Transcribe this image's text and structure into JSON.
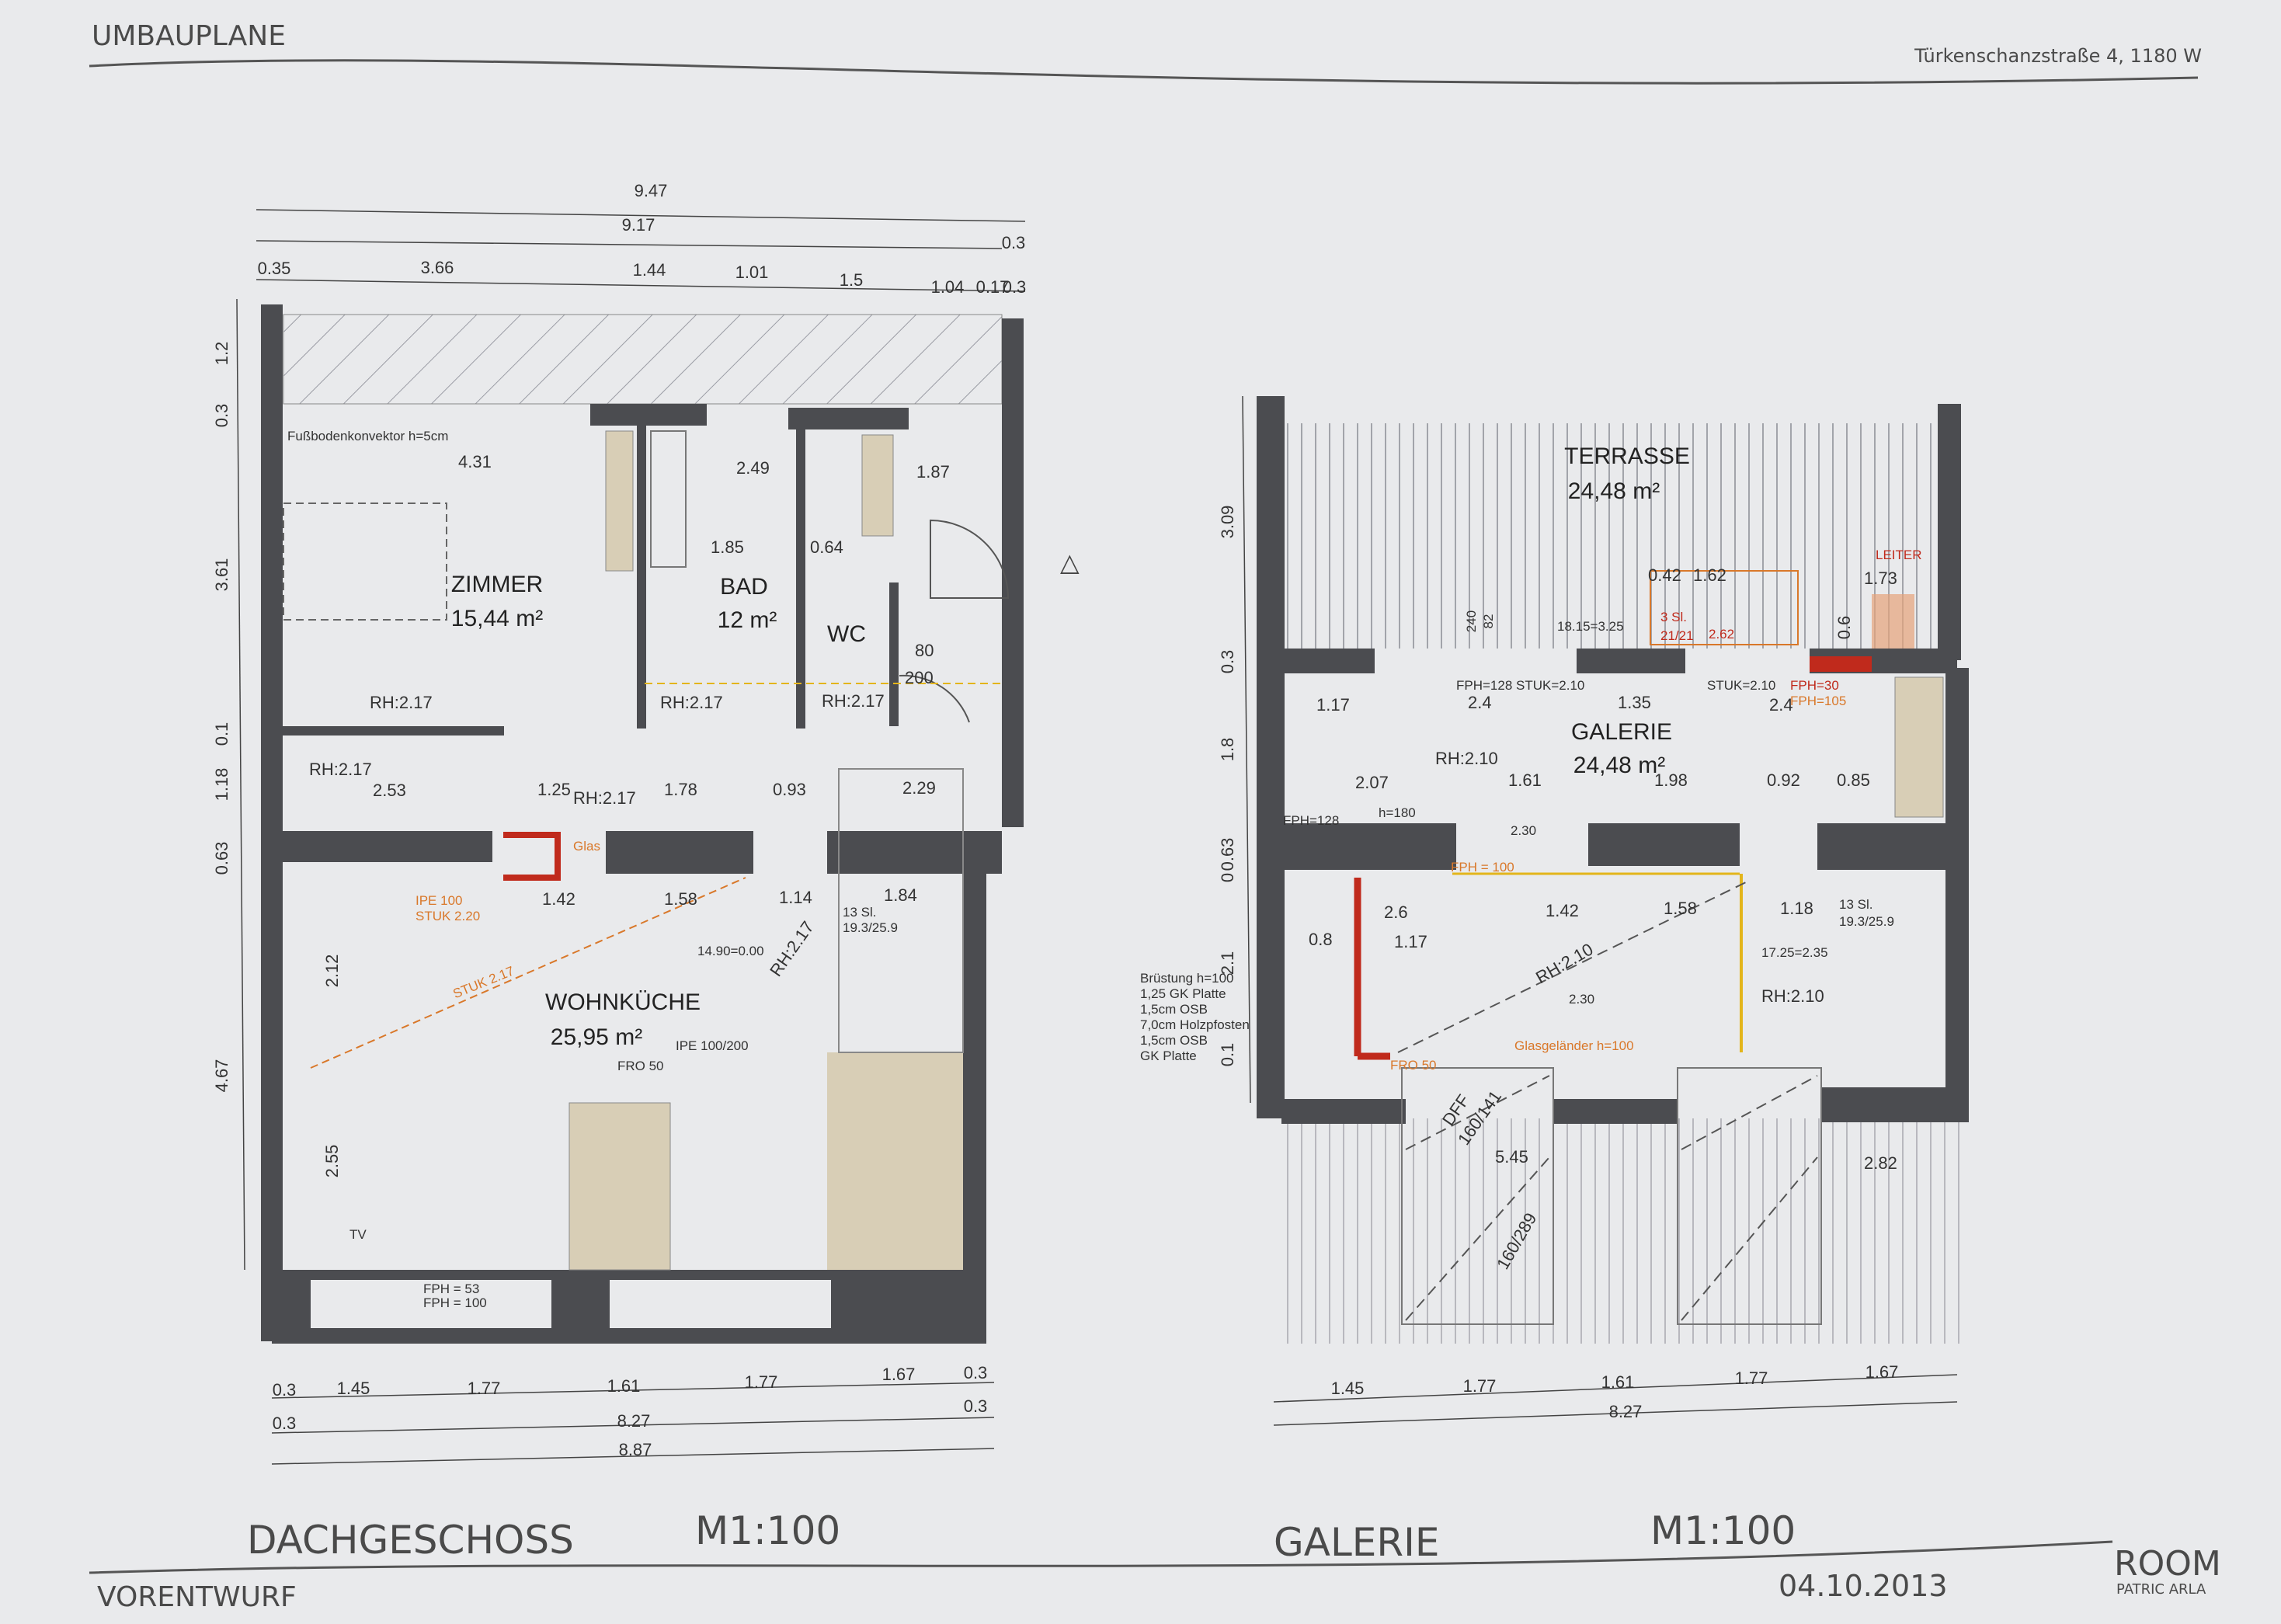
{
  "sheet": {
    "title": "UMBAUPLANE",
    "address": "Türkenschanzstraße 4, 1180 W",
    "phase": "VORENTWURF",
    "date": "04.10.2013",
    "logo_text": "ROOM",
    "logo_sub": "PATRIC ARLA"
  },
  "plans": [
    {
      "name": "DACHGESCHOSS",
      "scale": "M1:100",
      "top_dims": [
        "9.47",
        "9.17",
        "0.3",
        "0.35",
        "3.66",
        "1.44",
        "1.01",
        "1.5",
        "1.04",
        "0.17",
        "0.3"
      ],
      "bottom_dims": [
        "0.3",
        "1.45",
        "1.77",
        "1.61",
        "1.77",
        "1.67",
        "0.3",
        "0.3",
        "8.27",
        "0.3",
        "8.87"
      ],
      "left_dims": [
        "1.2",
        "0.3",
        "3.61",
        "0.1",
        "1.18",
        "0.63",
        "4.67"
      ],
      "rooms": [
        {
          "name": "ZIMMER",
          "area": "15,44 m²"
        },
        {
          "name": "BAD",
          "area": "12 m²"
        },
        {
          "name": "WC",
          "area": ""
        },
        {
          "name": "WOHNKÜCHE",
          "area": "25,95 m²"
        }
      ],
      "notes": [
        "Fußbodenkonvektor h=5cm",
        "4.31",
        "2.49",
        "1.87",
        "1.85",
        "0.64",
        "RH:2.17",
        "RH:2.17",
        "RH:2.17",
        "RH:2.17",
        "RH:2.17",
        "RH:2.17",
        "2.53",
        "1.25",
        "1.78",
        "0.93",
        "2.29",
        "1.42",
        "1.58",
        "1.14",
        "1.84",
        "13 Sl.",
        "19.3/25.9",
        "14.90=0.00",
        "2.12",
        "2.55",
        "TV",
        "FPH = 53",
        "FPH = 100",
        "IPE 100",
        "STUK 2.20",
        "IPE 100/200",
        "FRO 50",
        "Glas",
        "80",
        "200",
        "STUK 2.17"
      ]
    },
    {
      "name": "GALERIE",
      "scale": "M1:100",
      "bottom_dims": [
        "1.45",
        "1.77",
        "1.61",
        "1.77",
        "1.67",
        "8.27"
      ],
      "left_dims": [
        "3.09",
        "0.3",
        "1.8",
        "0",
        "0.63",
        "2.1",
        "0.1"
      ],
      "rooms": [
        {
          "name": "TERRASSE",
          "area": "24,48 m²"
        },
        {
          "name": "GALERIE",
          "area": "24,48 m²"
        }
      ],
      "notes": [
        "0.42",
        "1.62",
        "1.73",
        "LEITER",
        "3 Sl.",
        "21/21",
        "2.62",
        "0.6",
        "240",
        "82",
        "18.15=3.25",
        "FPH=128 STUK=2.10",
        "STUK=2.10",
        "FPH=30",
        "FPH=105",
        "1.17",
        "2.4",
        "1.35",
        "2.4",
        "RH:2.10",
        "2.07",
        "1.61",
        "1.98",
        "0.92",
        "0.85",
        "FPH=128",
        "h=180",
        "2.30",
        "FPH = 100",
        "0.8",
        "2.6",
        "1.17",
        "1.42",
        "1.58",
        "1.18",
        "13 Sl.",
        "19.3/25.9",
        "17.25=2.35",
        "RH:2.10",
        "RH:2.10",
        "2.30",
        "Glasgeländer h=100",
        "FRO 50",
        "DFF",
        "160/141",
        "5.45",
        "2.82",
        "160/289"
      ],
      "legend": [
        "Brüstung h=100",
        "1,25 GK Platte",
        "1,5cm OSB",
        "7,0cm Holzpfosten",
        "1,5cm OSB",
        "GK Platte"
      ]
    }
  ],
  "colors": {
    "wall": "#4b4c50",
    "paper": "#e9eaec",
    "red": "#c02a1c",
    "orange": "#d9782a",
    "yellow": "#e3b51b",
    "wood": "#d8ceb6"
  }
}
